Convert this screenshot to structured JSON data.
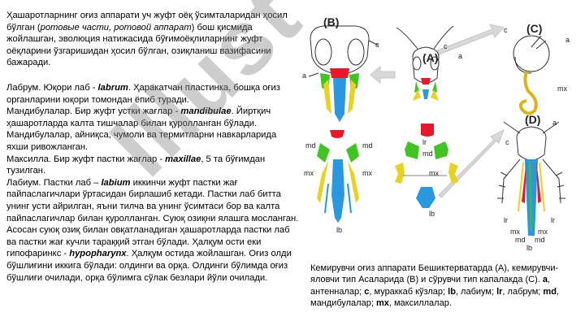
{
  "intro": {
    "text1": "Ҳашаротларнинг оғиз аппарати уч жуфт оёқ ўсимталаридан ҳосил бўлган (",
    "italic1": "ротовые части, ротовой аппарат",
    "text2": ") бош қисмида жойлашган, эволюция натижасида бўғимоёқлиларнинг жуфт оёқларини ўзгаришидан ҳосил бўлган, озиқланиш вазифасини бажаради."
  },
  "paragraphs": {
    "labrum_a": "Лабрум. Юқори лаб - ",
    "labrum_term": "labrum",
    "labrum_b": ". Ҳаракатчан пластинка, бошқа оғиз органларини юқори томондан ёпиб туради.",
    "mand_a": "Мандибулалар. Бир жуфт устки жағлар - ",
    "mand_term": "mandibulae",
    "mand_b": ". Йиртқич ҳашаротларда калта тишчалар билан қуролланган бўлади. Мандибулалар, айниқса, чумоли ва термитларни навкарларида яхши ривожланган.",
    "max_a": "Максилла. Бир жуфт пастки жағлар - ",
    "max_term": "maxillae",
    "max_b": ", 5 та бўғимдан тузилган.",
    "lab_a": "Лабиум. Пастки лаб – ",
    "lab_term": "labium",
    "lab_b": " иккинчи жуфт пастки жағ пайпаслагичлари ўртасидан бирлашиб кетади. Пастки лаб битта унинг усти айрилган, яъни тилча ва унинг ўсимтаси бор ва калта пайпаслагичлар билан қуролланган. Суюқ озиқни ялашга мосланган.",
    "ases_a": "Асосан суюқ озиқ билан овқатланадиган ҳашаротларда пастки лаб ва пастки жағ кучли тараққий этган бўлади. Ҳалқум ости еки гипофаринкс - ",
    "ases_term": "hypopharynx",
    "ases_b": ". Ҳалқум остида жойлашган. Оғиз олди бўшлиғини иккига бўлади: олдинги ва орқа. Олдинги бўлимда оғиз бўшлиғи очилади, орқа бўлимга сўлак безлари йўли очилади."
  },
  "caption": {
    "text1": "Кемирувчи оғиз аппарати Бешиктерватарда (А), кемирувчи- яловчи тип Асаларида (В) и сўрувчи тип капалакда (С). ",
    "a_key": "а",
    "a_val": ", антенналар; ",
    "c_key": "с",
    "c_val": ", мураккаб кўзлар; ",
    "lb_key": "lb",
    "lb_val": ", лабиум; ",
    "lr_key": "lr",
    "lr_val": ", лабрум; ",
    "md_key": "md",
    "md_val": ", мандибулалар; ",
    "mx_key": "mx",
    "mx_val": ", максиллалар."
  },
  "figure": {
    "label_A": "(A)",
    "label_B": "(B)",
    "label_C": "(C)",
    "label_D": "(D)",
    "a": "a",
    "c": "c",
    "lr": "lr",
    "md": "md",
    "mx": "mx",
    "lb": "lb"
  },
  "watermark": "Illust",
  "colors": {
    "labrum": "#e8182a",
    "mandible": "#3fc420",
    "maxilla": "#e8d21e",
    "labium": "#2a98e0",
    "proboscis": "#e0b410"
  }
}
